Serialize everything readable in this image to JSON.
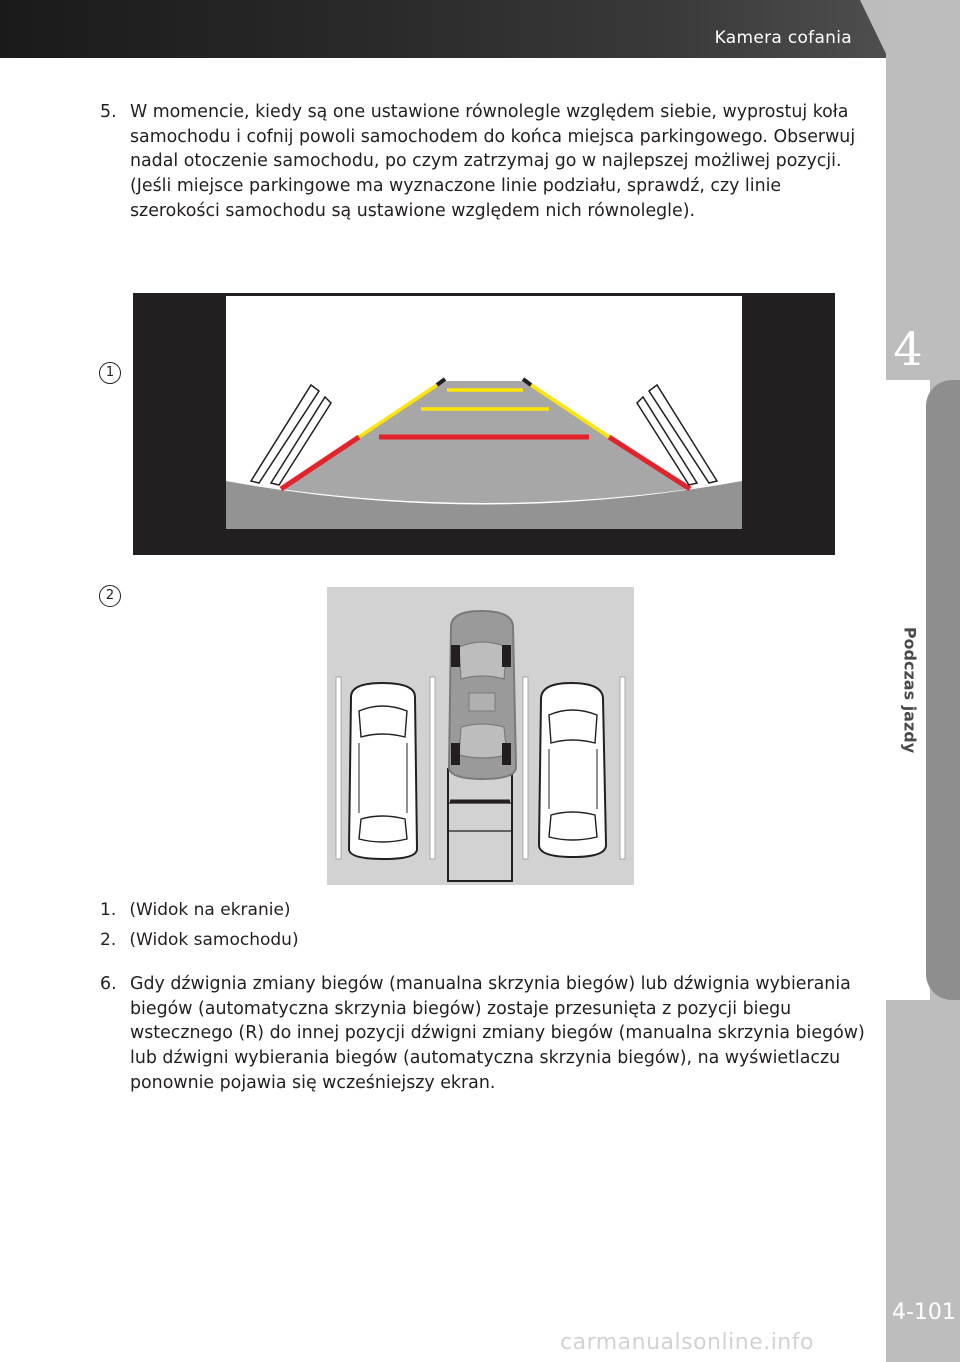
{
  "header": {
    "title": "Kamera cofania"
  },
  "sidebar": {
    "chapter": "4",
    "section": "Podczas jazdy"
  },
  "step5": {
    "number": "5.",
    "text": "W momencie, kiedy są one ustawione równolegle względem siebie, wyprostuj koła samochodu i cofnij powoli samochodem do końca miejsca parkingowego. Obserwuj nadal otoczenie samochodu, po czym zatrzymaj go w najlepszej możliwej pozycji. (Jeśli miejsce parkingowe ma wyznaczone linie podziału, sprawdź, czy linie szerokości samochodu są ustawione względem nich równolegle)."
  },
  "figures": {
    "callout1": "1",
    "callout2": "2"
  },
  "legend": [
    {
      "number": "1.",
      "text": "(Widok na ekranie)"
    },
    {
      "number": "2.",
      "text": "(Widok samochodu)"
    }
  ],
  "step6": {
    "number": "6.",
    "text": "Gdy dźwignia zmiany biegów (manualna skrzynia biegów) lub dźwignia wybierania biegów (automatyczna skrzynia biegów) zostaje przesunięta z pozycji biegu wstecznego (R) do innej pozycji dźwigni zmiany biegów (manualna skrzynia biegów) lub dźwigni wybierania biegów (automatyczna skrzynia biegów), na wyświetlaczu ponownie pojawia się wcześniejszy ekran."
  },
  "footer": {
    "page": "4-101",
    "watermark": "carmanualsonline.info"
  }
}
